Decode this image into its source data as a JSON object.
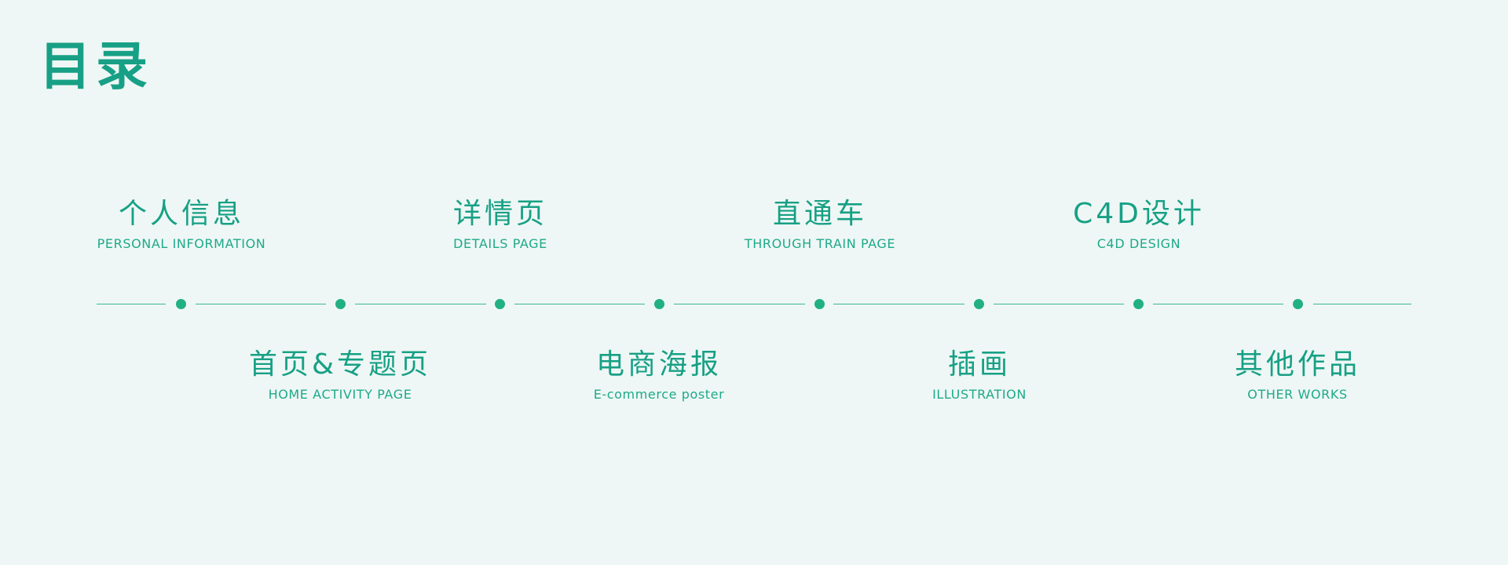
{
  "title": "目录",
  "accent_color": "#17a085",
  "items": [
    {
      "zh": "个人信息",
      "en": "PERSONAL INFORMATION"
    },
    {
      "zh": "首页&专题页",
      "en": "HOME ACTIVITY PAGE"
    },
    {
      "zh": "详情页",
      "en": "DETAILS PAGE"
    },
    {
      "zh": "电商海报",
      "en": "E-commerce poster"
    },
    {
      "zh": "直通车",
      "en": "THROUGH TRAIN PAGE"
    },
    {
      "zh": "插画",
      "en": "ILLUSTRATION"
    },
    {
      "zh": "C4D设计",
      "en": "C4D DESIGN"
    },
    {
      "zh": "其他作品",
      "en": "OTHER WORKS"
    }
  ]
}
